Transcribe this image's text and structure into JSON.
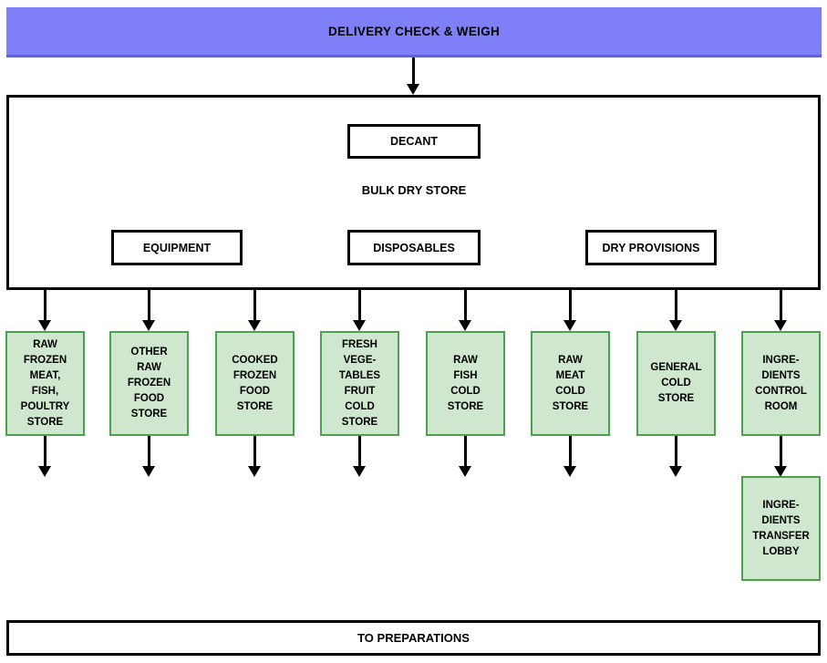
{
  "colors": {
    "banner_blue": "#7f7ff8",
    "banner_border": "#6161d8",
    "store_fill": "#cfe6cf",
    "store_border": "#4da04d",
    "line_black": "#000000"
  },
  "banner": {
    "label": "DELIVERY CHECK & WEIGH"
  },
  "bulk_store_area": {
    "decant_label": "DECANT",
    "area_label": "BULK DRY STORE",
    "equipment_label": "EQUIPMENT",
    "disposables_label": "DISPOSABLES",
    "dry_provisions_label": "DRY PROVISIONS"
  },
  "stores": [
    "RAW\nFROZEN\nMEAT,\nFISH,\nPOULTRY\nSTORE",
    "OTHER\nRAW\nFROZEN\nFOOD\nSTORE",
    "COOKED\nFROZEN\nFOOD\nSTORE",
    "FRESH\nVEGE-\nTABLES\nFRUIT\nCOLD\nSTORE",
    "RAW\nFISH\nCOLD\nSTORE",
    "RAW\nMEAT\nCOLD\nSTORE",
    "GENERAL\nCOLD\nSTORE",
    "INGRE-\nDIENTS\nCONTROL\nROOM"
  ],
  "transfer_lobby": "INGRE-\nDIENTS\nTRANSFER\nLOBBY",
  "footer": {
    "label": "TO PREPARATIONS"
  }
}
